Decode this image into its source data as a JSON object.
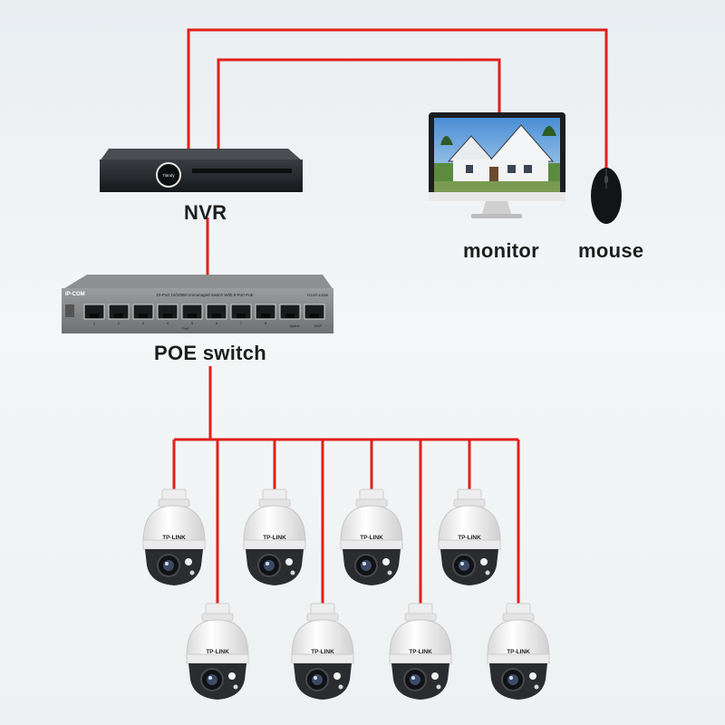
{
  "devices": {
    "nvr": {
      "label": "NVR",
      "brand": "Tiandy",
      "icon": "nvr-recorder-icon"
    },
    "monitor": {
      "label": "monitor",
      "icon": "monitor-icon"
    },
    "mouse": {
      "label": "mouse",
      "icon": "mouse-icon"
    },
    "switch": {
      "label": "POE switch",
      "brand": "IP-COM",
      "title": "10-Port 10/100M Unmanaged Switch With 8-Port PoE",
      "model": "F1110P-8-63W",
      "poe": "PoE",
      "uplink": "Uplink",
      "nvr_port": "NVR",
      "port_numbers": [
        "1",
        "2",
        "3",
        "4",
        "5",
        "6",
        "7",
        "8"
      ],
      "icon": "poe-switch-icon"
    },
    "cameras": {
      "brand": "TP-LINK",
      "count": 8,
      "icon": "ptz-camera-icon"
    }
  },
  "colors": {
    "cable": "#e0201b",
    "device_dark": "#1d1f22",
    "camera_body": "#f2f2f2"
  }
}
